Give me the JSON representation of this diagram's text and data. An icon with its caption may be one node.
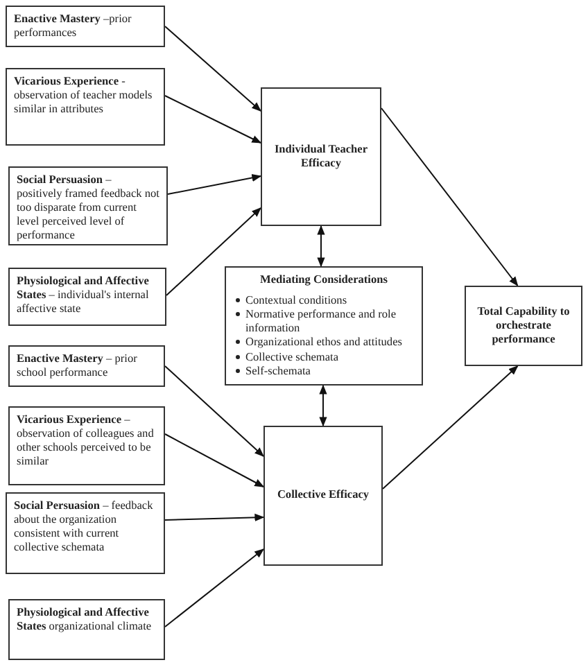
{
  "diagram": {
    "nodes": [
      {
        "text": [
          "**Enactive Mastery** –prior performances"
        ]
      },
      {
        "text": [
          "**Vicarious Experience** - observation of teacher models similar in attributes"
        ]
      },
      {
        "text": [
          "**Social Persuasion** – positively framed feedback not too disparate from current level perceived level of performance"
        ]
      },
      {
        "text": [
          "**Physiological and Affective States** – individual's internal affective state"
        ]
      },
      {
        "text": [
          "Individual Teacher Efficacy"
        ]
      },
      {
        "text": [
          "Mediating Considerations",
          "Contextual conditions",
          "Normative performance and role information",
          "Organizational ethos and attitudes",
          "Collective schemata",
          "Self-schemata"
        ]
      },
      {
        "text": [
          "Total Capability to orchestrate performance"
        ]
      },
      {
        "text": [
          "**Enactive Mastery** – prior school performance"
        ]
      },
      {
        "text": [
          "**Vicarious Experience** – observation of colleagues and other schools perceived to be similar"
        ]
      },
      {
        "text": [
          "**Social Persuasion** – feedback about the organization consistent with current collective schemata"
        ]
      },
      {
        "text": [
          "**Physiological and Affective States** organizational climate"
        ]
      },
      {
        "text": [
          "Collective Efficacy"
        ]
      }
    ],
    "edges": [
      {
        "from": 0,
        "to": 4,
        "arrow": "to"
      },
      {
        "from": 1,
        "to": 4,
        "arrow": "to"
      },
      {
        "from": 2,
        "to": 4,
        "arrow": "to"
      },
      {
        "from": 3,
        "to": 4,
        "arrow": "to"
      },
      {
        "from": 4,
        "to": 5,
        "arrow": "both"
      },
      {
        "from": 4,
        "to": 6,
        "arrow": "to"
      },
      {
        "from": 5,
        "to": 11,
        "arrow": "both"
      },
      {
        "from": 7,
        "to": 11,
        "arrow": "to"
      },
      {
        "from": 8,
        "to": 11,
        "arrow": "to"
      },
      {
        "from": 9,
        "to": 11,
        "arrow": "to"
      },
      {
        "from": 10,
        "to": 11,
        "arrow": "to"
      },
      {
        "from": 11,
        "to": 6,
        "arrow": "to"
      }
    ]
  }
}
